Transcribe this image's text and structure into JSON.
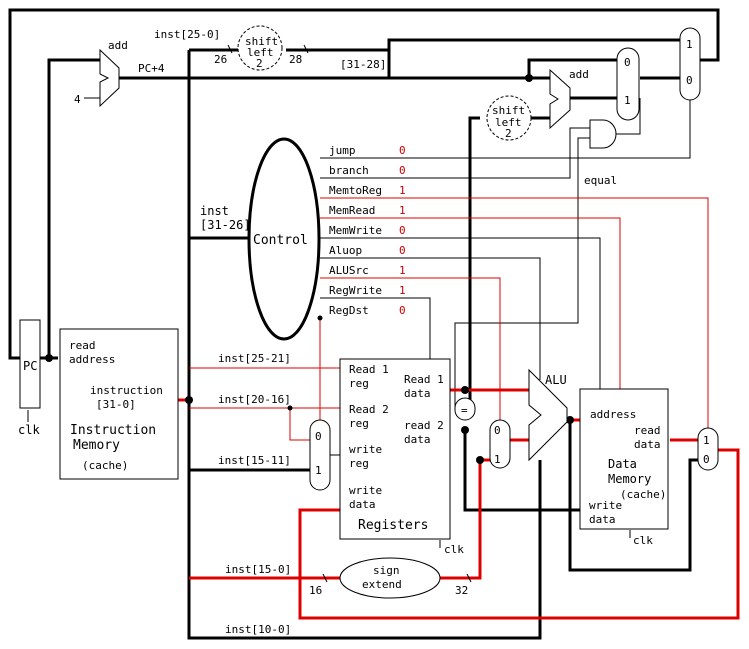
{
  "components": {
    "pc": {
      "label": "PC",
      "clk": "clk"
    },
    "add_pc": {
      "label": "add",
      "const_in": "4",
      "out_label": "PC+4"
    },
    "shift_jump": {
      "label1": "shift",
      "label2": "left",
      "label3": "2",
      "in_width": "26",
      "out_width": "28",
      "in_label": "inst[25-0]",
      "upper_bits": "[31-28]"
    },
    "add_branch": {
      "label": "add"
    },
    "shift_branch": {
      "label1": "shift",
      "label2": "left",
      "label3": "2"
    },
    "mux_branch": {
      "in0": "0",
      "in1": "1"
    },
    "mux_jump": {
      "in1": "1",
      "in0": "0"
    },
    "control": {
      "label": "Control",
      "in_label1": "inst",
      "in_label2": "[31-26]"
    },
    "imem": {
      "line1": "read",
      "line2": "address",
      "line3": "instruction",
      "line4": "[31-0]",
      "line5": "Instruction",
      "line6": "Memory",
      "line7": "(cache)"
    },
    "regfile": {
      "read1a": "Read 1",
      "read1b": "reg",
      "read2a": "Read 2",
      "read2b": "reg",
      "writea": "write",
      "writeb": "reg",
      "wdataa": "write",
      "wdatab": "data",
      "out1a": "Read 1",
      "out1b": "data",
      "out2a": "read 2",
      "out2b": "data",
      "title": "Registers",
      "clk": "clk"
    },
    "mux_regdst": {
      "in0": "0",
      "in1": "1"
    },
    "mux_alusrc": {
      "in0": "0",
      "in1": "1"
    },
    "eq": {
      "label": "=",
      "out_label": "equal"
    },
    "alu": {
      "label": "ALU"
    },
    "dmem": {
      "addr": "address",
      "rd1": "read",
      "rd2": "data",
      "title1": "Data",
      "title2": "Memory",
      "title3": "(cache)",
      "wd1": "write",
      "wd2": "data",
      "clk": "clk"
    },
    "mux_memtoreg": {
      "in1": "1",
      "in0": "0"
    },
    "sign_extend": {
      "line1": "sign",
      "line2": "extend",
      "in_width": "16",
      "out_width": "32"
    }
  },
  "inst_fields": {
    "f25_21": "inst[25-21]",
    "f20_16": "inst[20-16]",
    "f15_11": "inst[15-11]",
    "f15_0": "inst[15-0]",
    "f10_0": "inst[10-0]"
  },
  "control_signals": [
    {
      "name": "jump",
      "value": "0"
    },
    {
      "name": "branch",
      "value": "0"
    },
    {
      "name": "MemtoReg",
      "value": "1"
    },
    {
      "name": "MemRead",
      "value": "1"
    },
    {
      "name": "MemWrite",
      "value": "0"
    },
    {
      "name": "Aluop",
      "value": "0"
    },
    {
      "name": "ALUSrc",
      "value": "1"
    },
    {
      "name": "RegWrite",
      "value": "1"
    },
    {
      "name": "RegDst",
      "value": "0"
    }
  ],
  "colors": {
    "active_path": "#d00000",
    "inactive_path": "#000000",
    "signal_value": "#c00000"
  }
}
